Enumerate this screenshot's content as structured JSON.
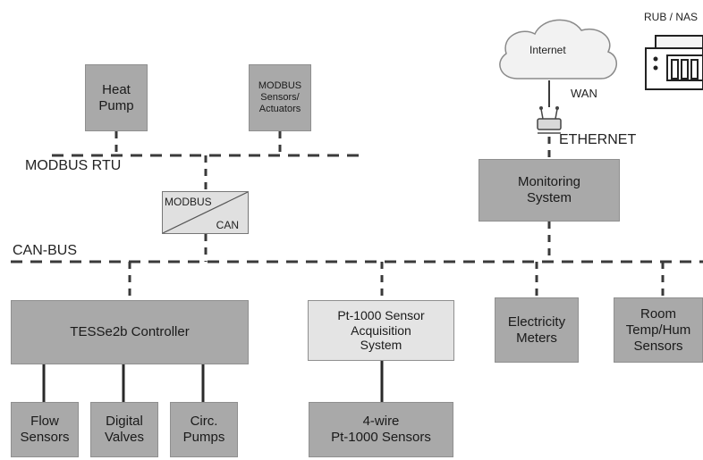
{
  "labels": {
    "modbus_rtu": "MODBUS RTU",
    "can_bus": "CAN-BUS",
    "ethernet": "ETHERNET",
    "wan": "WAN",
    "internet": "Internet",
    "server": "RUB / NAS"
  },
  "converter": {
    "top": "MODBUS",
    "bottom": "CAN"
  },
  "nodes": {
    "heat_pump": "Heat\nPump",
    "modbus_sensors": "MODBUS\nSensors/\nActuators",
    "monitoring": "Monitoring\nSystem",
    "tesse2b": "TESSe2b Controller",
    "pt1000_acq": "Pt-1000 Sensor\nAcquisition\nSystem",
    "electricity": "Electricity\nMeters",
    "room": "Room\nTemp/Hum\nSensors",
    "flow": "Flow\nSensors",
    "digital": "Digital\nValves",
    "circ": "Circ.\nPumps",
    "pt1000_wire": "4-wire\nPt-1000 Sensors"
  },
  "colors": {
    "box": "#a9a9a9",
    "box_light": "#e4e4e4",
    "line": "#3a3a3a"
  }
}
